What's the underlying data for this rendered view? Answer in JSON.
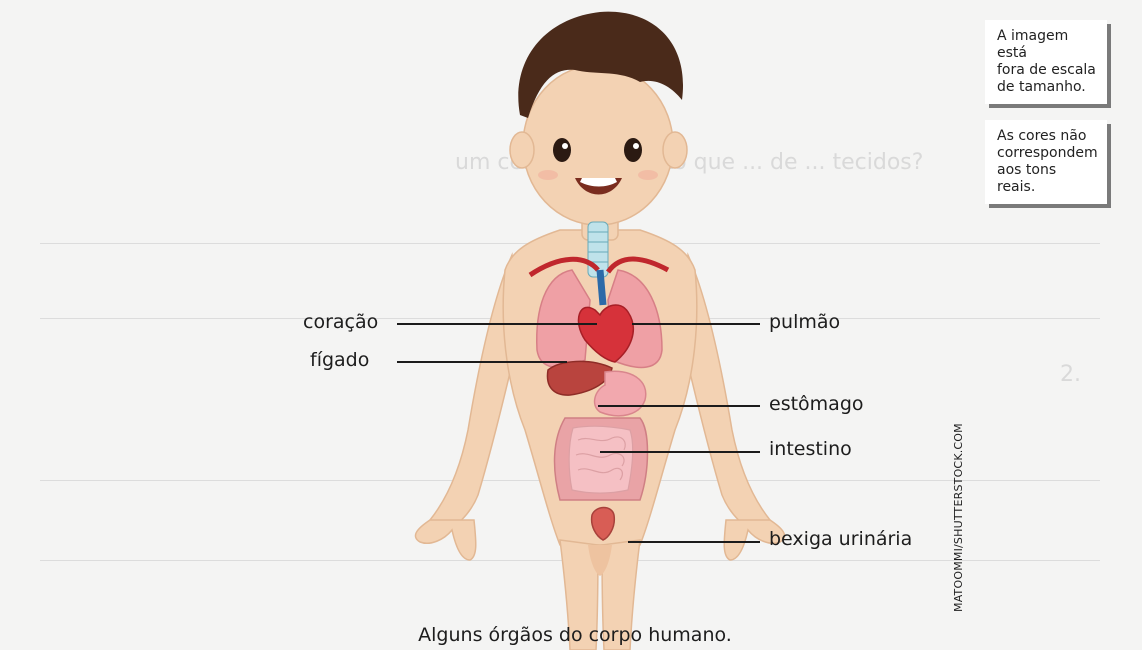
{
  "notes": {
    "scale": [
      "A imagem está",
      "fora de escala",
      "de tamanho."
    ],
    "colors": [
      "As cores não",
      "correspondem",
      "aos tons reais."
    ]
  },
  "labels": {
    "heart": "coração",
    "liver": "fígado",
    "lung": "pulmão",
    "stomach": "estômago",
    "intestine": "intestino",
    "bladder": "bexiga urinária"
  },
  "credit": "MATOOMMI/SHUTTERSTOCK.COM",
  "caption": "Alguns órgãos do corpo humano.",
  "colors": {
    "skin": "#f3d2b3",
    "hair": "#4a2a1a",
    "lung": "#efa0a5",
    "heart": "#d6323a",
    "intestine": "#f5c0c4",
    "label_line": "#1b1b1b"
  }
}
